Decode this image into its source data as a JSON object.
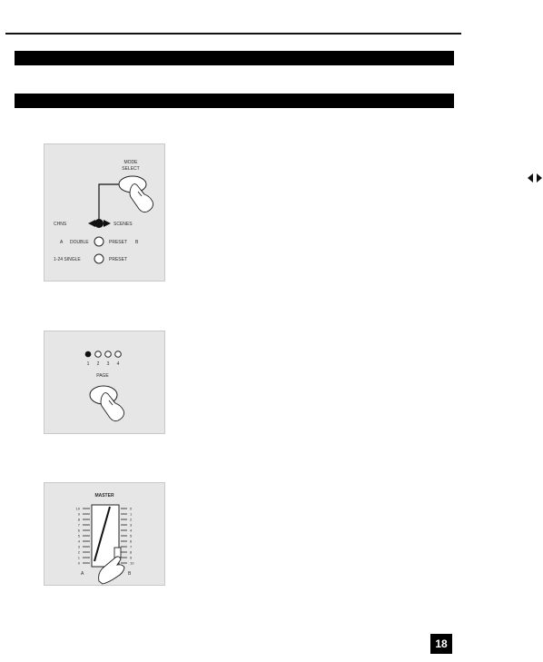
{
  "panel1": {
    "mode_select_line1": "MODE",
    "mode_select_line2": "SELECT",
    "chns_label": "CHNS",
    "scenes_label": "SCENES",
    "double_left": "A",
    "double_mid": "DOUBLE",
    "double_preset": "PRESET",
    "double_right": "B",
    "single_left": "1-24 SINGLE",
    "single_preset": "PRESET"
  },
  "panel2": {
    "numbers": [
      "1",
      "2",
      "3",
      "4"
    ],
    "page_label": "PAGE"
  },
  "panel3": {
    "master_label": "MASTER",
    "left_scale": [
      "10",
      "9",
      "8",
      "7",
      "6",
      "5",
      "4",
      "3",
      "2",
      "1",
      "0"
    ],
    "right_scale": [
      "0",
      "1",
      "2",
      "3",
      "4",
      "5",
      "6",
      "7",
      "8",
      "9",
      "10"
    ],
    "label_a": "A",
    "label_b": "B"
  },
  "page_number": "18"
}
